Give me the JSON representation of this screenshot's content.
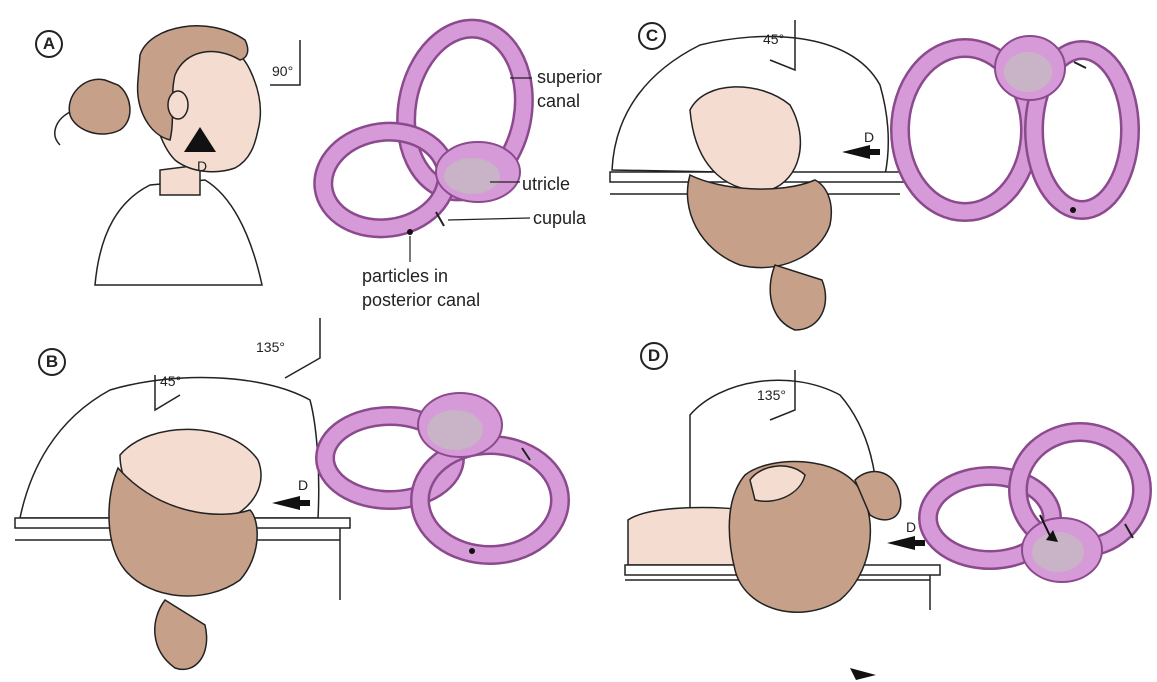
{
  "panels": {
    "a": {
      "badge": "A",
      "angle": "90°",
      "arrow": "D"
    },
    "b": {
      "badge": "B",
      "angle_top": "135°",
      "angle_head": "45°",
      "arrow": "D"
    },
    "c": {
      "badge": "C",
      "angle": "45°",
      "arrow": "D"
    },
    "d": {
      "badge": "D",
      "angle": "135°",
      "arrow": "D"
    }
  },
  "labels": {
    "superior_canal_line1": "superior",
    "superior_canal_line2": "canal",
    "utricle": "utricle",
    "cupula": "cupula",
    "particles_line1": "particles in",
    "particles_line2": "posterior canal"
  },
  "colors": {
    "canal_fill": "#d79ad8",
    "canal_stroke": "#8b4a8d",
    "canal_highlight": "#efc6f0",
    "utricle_fill": "#c9b3c6",
    "skin": "#f4ddd0",
    "hair": "#c7a089",
    "line": "#222222"
  }
}
